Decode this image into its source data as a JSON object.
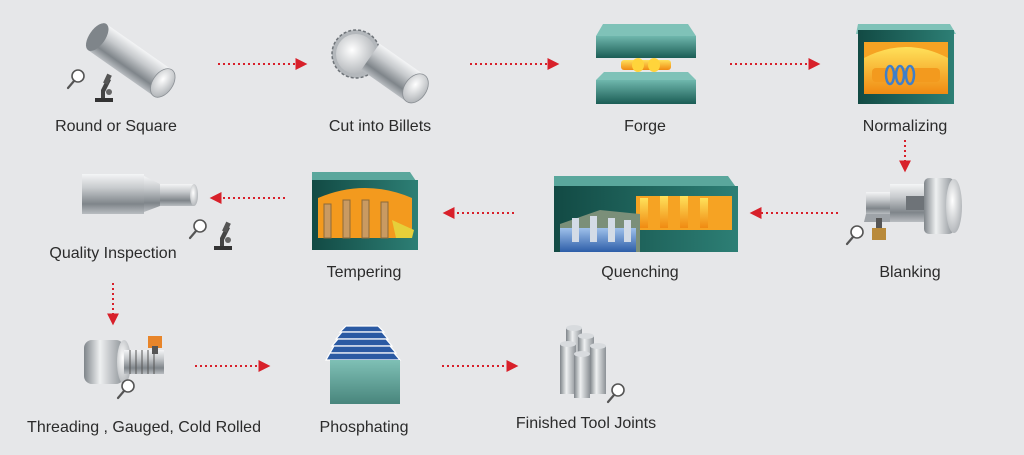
{
  "colors": {
    "background": "#e6e7e9",
    "arrow": "#d8202a",
    "teal": "#1e6f66",
    "teal_light": "#4ea89d",
    "steel": "#9ea3a8",
    "hot_orange": "#f39a1e",
    "hot_yellow": "#ffd43b",
    "quench_blue": "#3c6fb6"
  },
  "steps": [
    {
      "id": "round-or-square",
      "label": "Round or Square",
      "icon": "steel-bar-icon"
    },
    {
      "id": "cut-into-billets",
      "label": "Cut into Billets",
      "icon": "saw-blade-icon"
    },
    {
      "id": "forge",
      "label": "Forge",
      "icon": "forge-press-icon"
    },
    {
      "id": "normalizing",
      "label": "Normalizing",
      "icon": "furnace-icon"
    },
    {
      "id": "blanking",
      "label": "Blanking",
      "icon": "lathe-chuck-icon"
    },
    {
      "id": "quenching",
      "label": "Quenching",
      "icon": "quench-tank-icon"
    },
    {
      "id": "tempering",
      "label": "Tempering",
      "icon": "tempering-furnace-icon"
    },
    {
      "id": "quality-inspection",
      "label": "Quality Inspection",
      "icon": "tool-joint-icon"
    },
    {
      "id": "threading",
      "label": "Threading , Gauged, Cold Rolled",
      "icon": "threading-machine-icon"
    },
    {
      "id": "phosphating",
      "label": "Phosphating",
      "icon": "phosphate-tank-icon"
    },
    {
      "id": "finished-tool-joints",
      "label": "Finished Tool Joints",
      "icon": "tool-joints-stack-icon"
    }
  ]
}
